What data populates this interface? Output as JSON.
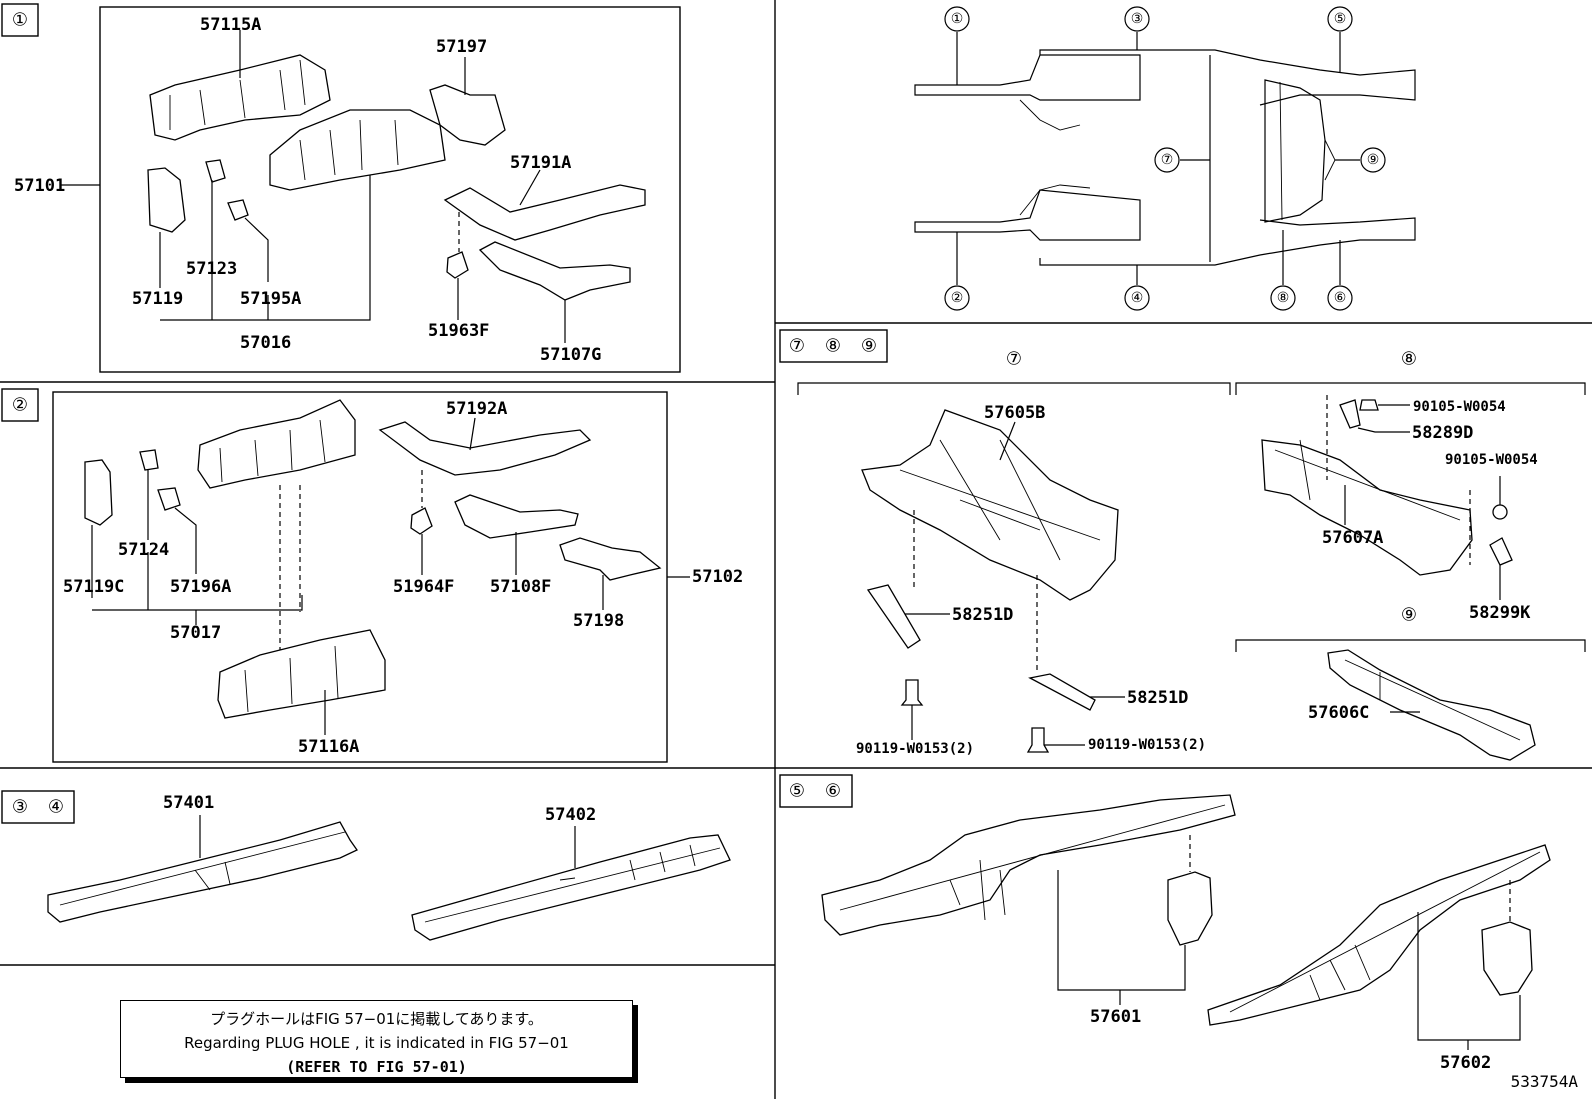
{
  "sections": {
    "s1": "①",
    "s2": "②",
    "s34": [
      "③",
      "④"
    ],
    "s789": [
      "⑦",
      "⑧",
      "⑨"
    ],
    "s56": [
      "⑤",
      "⑥"
    ]
  },
  "panel1": {
    "labels": [
      "57115A",
      "57197",
      "57101",
      "57191A",
      "57123",
      "57119",
      "57195A",
      "57016",
      "51963F",
      "57107G"
    ]
  },
  "panel2": {
    "labels": [
      "57192A",
      "57124",
      "57119C",
      "57196A",
      "57017",
      "51964F",
      "57108F",
      "57198",
      "57102",
      "57116A"
    ]
  },
  "panel34": {
    "labels": [
      "57401",
      "57402"
    ]
  },
  "overview": {
    "circles": [
      "①",
      "②",
      "③",
      "④",
      "⑤",
      "⑥",
      "⑦",
      "⑧",
      "⑨"
    ]
  },
  "panel789": {
    "subheads": [
      "⑦",
      "⑧",
      "⑨"
    ],
    "labels": [
      "57605B",
      "58251D",
      "58251D",
      "90119-W0153(2)",
      "90119-W0153(2)",
      "90105-W0054",
      "58289D",
      "90105-W0054",
      "57607A",
      "58299K",
      "57606C"
    ]
  },
  "panel56": {
    "labels": [
      "57601",
      "57602"
    ]
  },
  "note": {
    "line1": "プラグホールはFIG 57−01に掲載してあります。",
    "line2": "Regarding  PLUG  HOLE , it is indicated in FIG  57−01",
    "line3": "(REFER TO FIG 57-01)"
  },
  "figure_id": "533754A"
}
